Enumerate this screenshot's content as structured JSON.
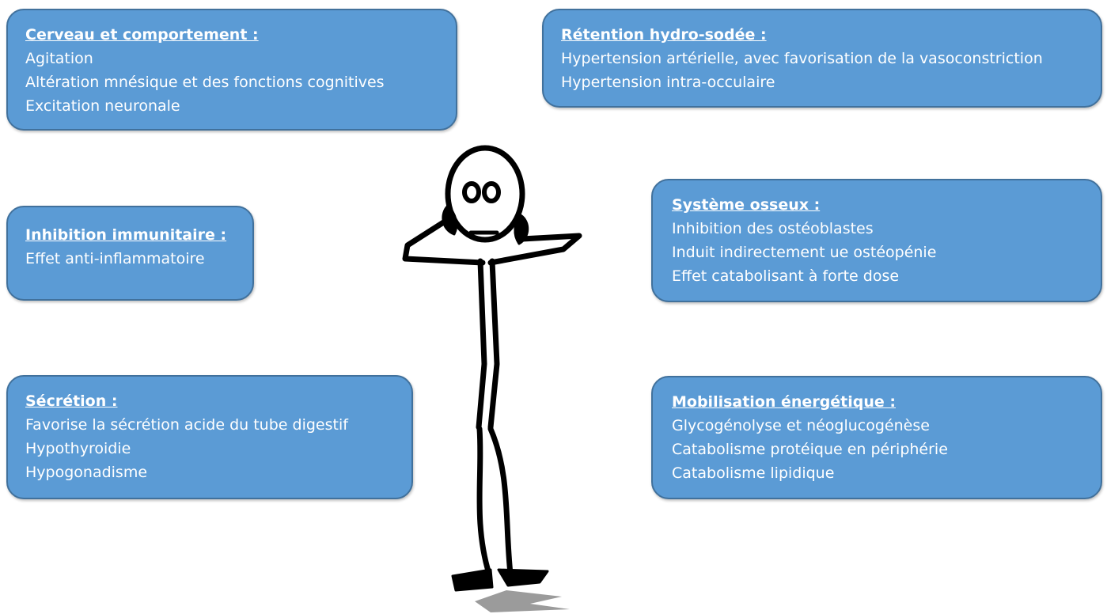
{
  "boxes": {
    "cerveau": {
      "title": "Cerveau et comportement :",
      "items": [
        "Agitation",
        "Altération mnésique et des fonctions cognitives",
        "Excitation neuronale"
      ]
    },
    "retention": {
      "title": "Rétention hydro-sodée :",
      "items": [
        "Hypertension artérielle, avec favorisation de la vasoconstriction",
        "Hypertension intra-occulaire"
      ]
    },
    "immunitaire": {
      "title": "Inhibition immunitaire :",
      "items": [
        "Effet anti-inflammatoire"
      ]
    },
    "osseux": {
      "title": "Système osseux :",
      "items": [
        "Inhibition des ostéoblastes",
        "Induit indirectement ue ostéopénie",
        "Effet catabolisant à forte dose"
      ]
    },
    "secretion": {
      "title": "Sécrétion :",
      "items": [
        "Favorise la sécrétion acide du tube digestif",
        "Hypothyroidie",
        "Hypogonadisme"
      ]
    },
    "energetique": {
      "title": "Mobilisation énergétique :",
      "items": [
        "Glycogénolyse et néoglucogénèse",
        "Catabolisme protéique en périphérie",
        "Catabolisme lipidique"
      ]
    }
  },
  "colors": {
    "box_fill": "#5b9bd5",
    "box_border": "#41719c",
    "text": "#ffffff",
    "figure_stroke": "#000000"
  },
  "figure": {
    "icon": "stick-figure-headache-icon"
  }
}
